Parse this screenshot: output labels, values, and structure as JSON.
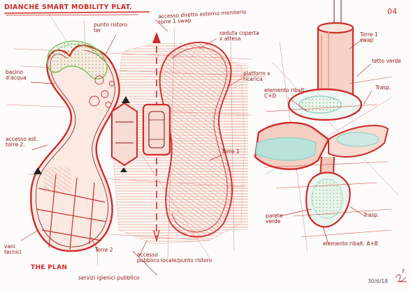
{
  "title": "DIANCHÉ SMART MOBILITY PLAT.",
  "page_number": "04",
  "plan_title": "THE PLAN",
  "date": "30/6/18",
  "signature": "F.",
  "colors": {
    "ink": "#d22a2a",
    "dark_ink": "#8e1414",
    "hatch": "#ee9a85",
    "pale_red": "#f6c9bd",
    "green": "#7bc35a",
    "teal": "#8fcfc2",
    "black": "#222222"
  },
  "labels": {
    "punto_ristoro": "punto ristoro\nter",
    "accesso_diretto": "accesso diretto esterno meniterie\ntorre 1 swap",
    "seduta_coperta": "seduta coperta\nx attesa",
    "platform": "platform x\nricarica",
    "bacino": "bacino\nd'acqua",
    "accesso_est": "accesso est.\ntorre 2.",
    "torre_1": "Torre 1",
    "torre_2": "Torre 2",
    "vani_tecnici": "vani\ntecnici",
    "accesso_pubblico": "accesso\npubblico locale/punto ristoro",
    "servizi_igienici": "servizi igienici pubblico",
    "torre_1_swap": "Torre 1\nswap",
    "tetto_verde": "tetto verde",
    "elemento_ribaltabile_cd": "elemento ribalt.\nC+D",
    "trasp_upper": "Trasp.",
    "parete_verde": "parete\nverde",
    "trasp_lower": "Trasp.",
    "elemento_ribaltabile_ab": "elemento ribalt. A+B"
  }
}
